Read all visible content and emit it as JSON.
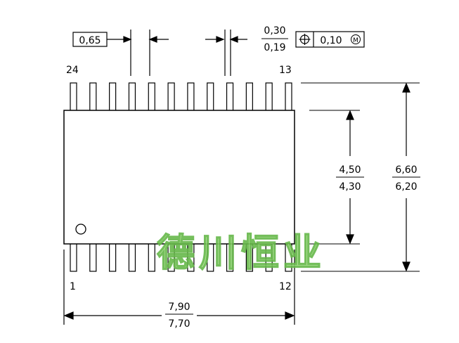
{
  "diagram": {
    "pin_count_per_side": 12,
    "pin_labels": {
      "top_left": "24",
      "top_right": "13",
      "bottom_left": "1",
      "bottom_right": "12"
    },
    "dimensions": {
      "pitch": "0,65",
      "lead_width_max": "0,30",
      "lead_width_min": "0,19",
      "position_tolerance": "0,10",
      "body_width_max": "4,50",
      "body_width_min": "4,30",
      "overall_width_max": "6,60",
      "overall_width_min": "6,20",
      "body_length_max": "7,90",
      "body_length_min": "7,70"
    },
    "symbols": {
      "position": "⌖",
      "max_material": "M"
    },
    "watermark": "德川恒业"
  }
}
